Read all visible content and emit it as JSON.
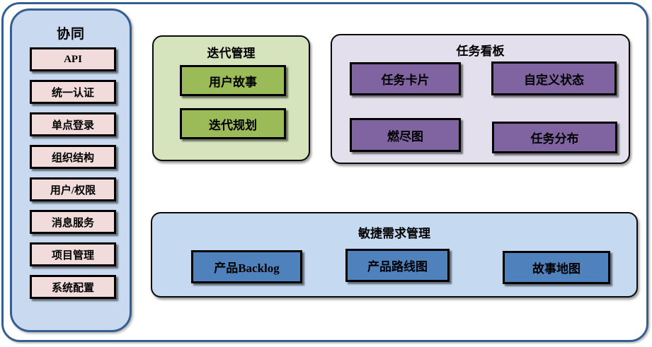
{
  "colors": {
    "outer_border": "#365F91",
    "sidebar_bg": "#C9D9EF",
    "sidebar_item_bg": "#F2DCDB",
    "iteration_panel_bg": "#D6E4BD",
    "iteration_item_bg": "#9BBB59",
    "kanban_panel_bg": "#E4DFEC",
    "kanban_item_bg": "#8064A2",
    "agile_panel_bg": "#C5D9F1",
    "agile_item_bg": "#4F81BD"
  },
  "sidebar": {
    "title": "协同",
    "items": [
      "API",
      "统一认证",
      "单点登录",
      "组织结构",
      "用户/权限",
      "消息服务",
      "项目管理",
      "系统配置"
    ]
  },
  "panels": {
    "iteration": {
      "title": "迭代管理",
      "items": [
        "用户故事",
        "迭代规划"
      ]
    },
    "kanban": {
      "title": "任务看板",
      "items": [
        "任务卡片",
        "自定义状态",
        "燃尽图",
        "任务分布"
      ]
    },
    "agile": {
      "title": "敏捷需求管理",
      "items": [
        "产品Backlog",
        "产品路线图",
        "故事地图"
      ]
    }
  }
}
